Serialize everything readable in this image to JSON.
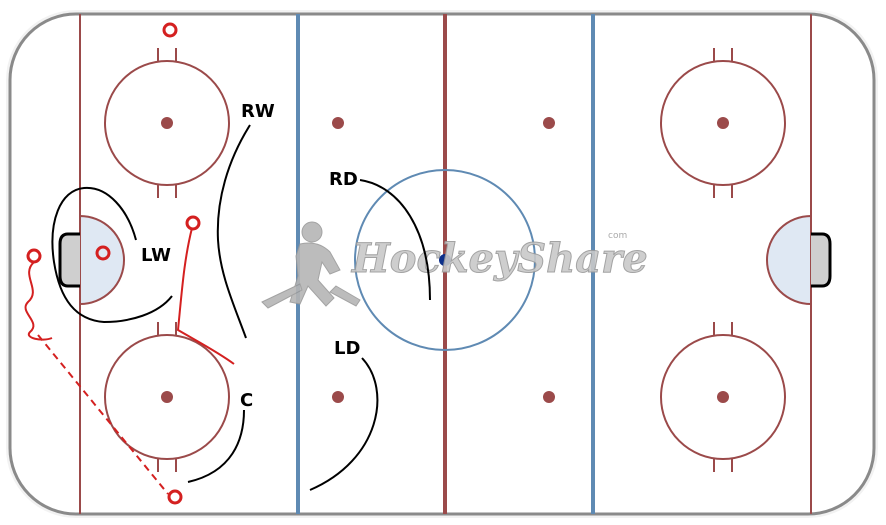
{
  "diagram": {
    "watermark": {
      "text": "HockeyShare",
      "trademark": "com"
    },
    "players": {
      "rw": "RW",
      "rd": "RD",
      "lw": "LW",
      "ld": "LD",
      "c": "C"
    },
    "colors": {
      "ice": "#ffffff",
      "boards": "#8a8a8a",
      "red_line": "#9b4a4a",
      "blue_line": "#5f8ab3",
      "crease": "#dfe8f3",
      "player_path": "#000000",
      "drill_path": "#d42020",
      "puck": "#0d2f8a"
    }
  }
}
